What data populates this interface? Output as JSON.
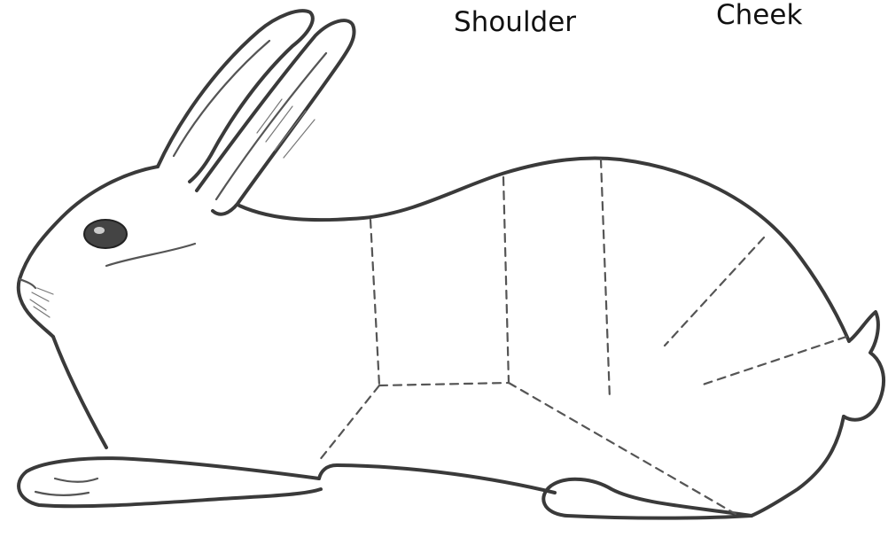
{
  "labels": {
    "shoulder": "Shoulder",
    "cheek": "Cheek"
  },
  "illustration": {
    "subject": "rabbit-outline"
  },
  "colors": {
    "ink": "#3a3a3a",
    "background": "#ffffff"
  }
}
